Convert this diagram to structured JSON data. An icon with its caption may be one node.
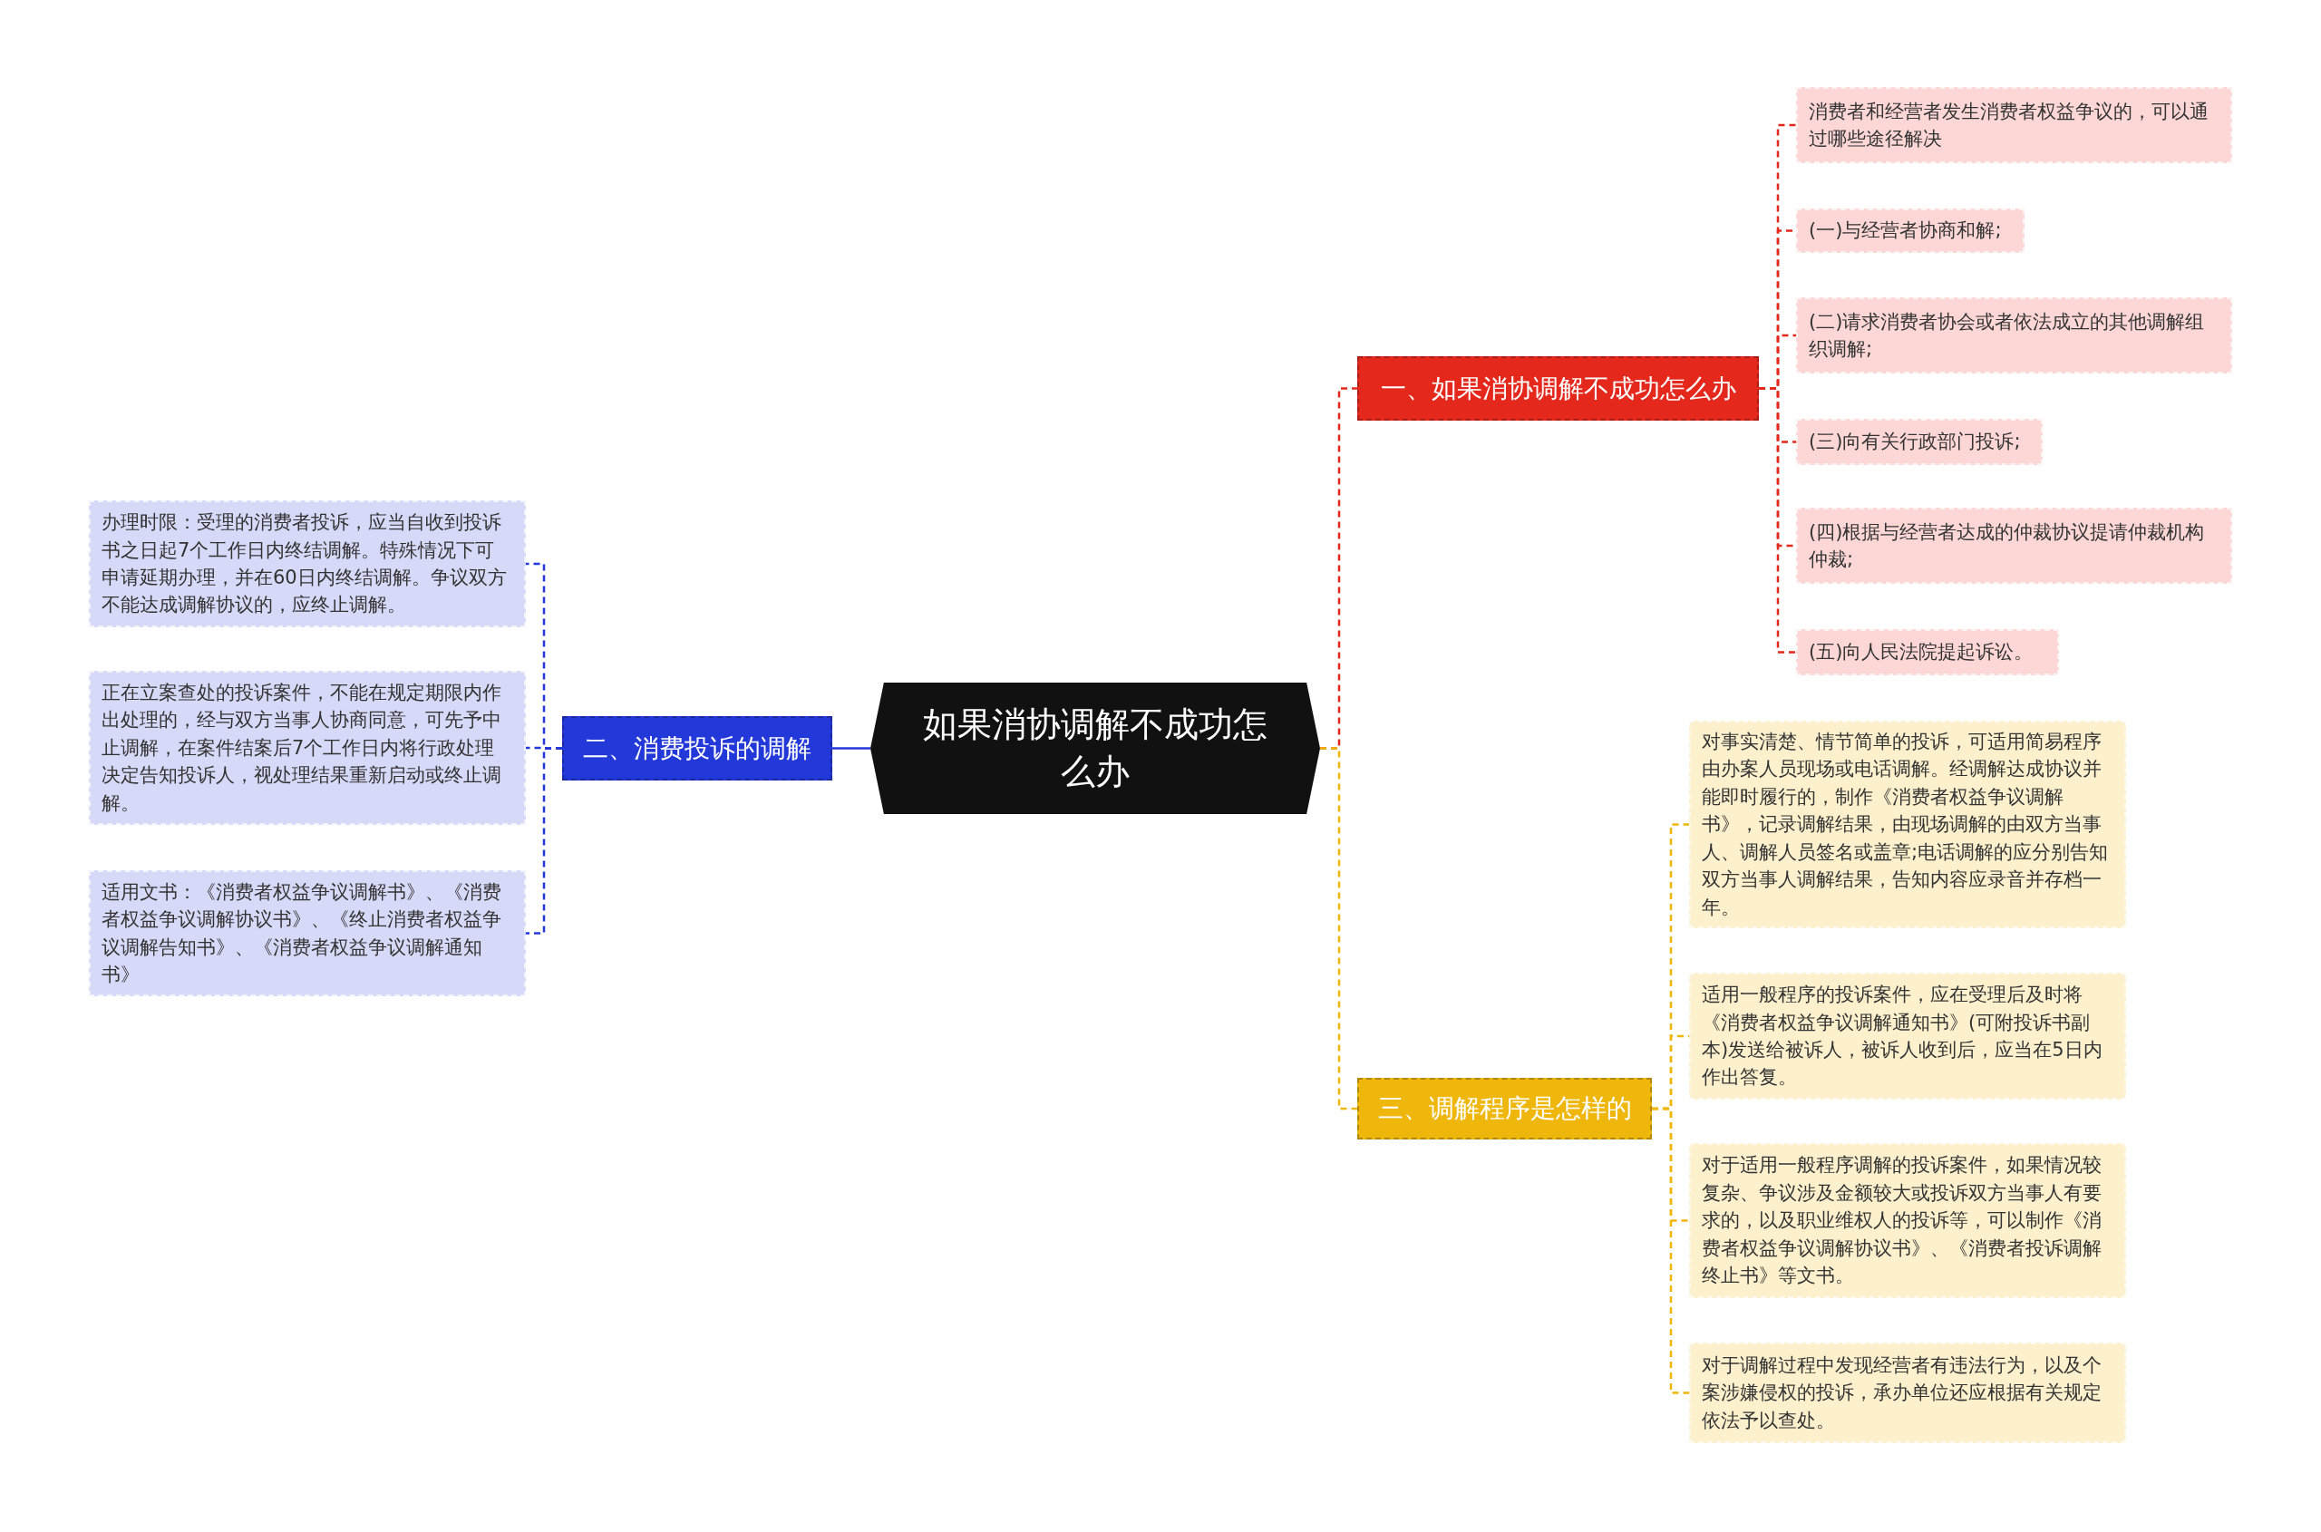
{
  "diagram": {
    "nodes": [
      {
        "text": [
          "如果消协调解不成功怎么办"
        ]
      },
      {
        "text": [
          "一、如果消协调解不成功怎么办"
        ]
      },
      {
        "text": [
          "消费者和经营者发生消费者权益争议的，可以通过哪些途径解决"
        ]
      },
      {
        "text": [
          "(一)与经营者协商和解;"
        ]
      },
      {
        "text": [
          "(二)请求消费者协会或者依法成立的其他调解组织调解;"
        ]
      },
      {
        "text": [
          "(三)向有关行政部门投诉;"
        ]
      },
      {
        "text": [
          "(四)根据与经营者达成的仲裁协议提请仲裁机构仲裁;"
        ]
      },
      {
        "text": [
          "(五)向人民法院提起诉讼。"
        ]
      },
      {
        "text": [
          "二、消费投诉的调解"
        ]
      },
      {
        "text": [
          "办理时限：受理的消费者投诉，应当自收到投诉书之日起7个工作日内终结调解。特殊情况下可申请延期办理，并在60日内终结调解。争议双方不能达成调解协议的，应终止调解。"
        ]
      },
      {
        "text": [
          "正在立案查处的投诉案件，不能在规定期限内作出处理的，经与双方当事人协商同意，可先予中止调解，在案件结案后7个工作日内将行政处理决定告知投诉人，视处理结果重新启动或终止调解。"
        ]
      },
      {
        "text": [
          "适用文书：《消费者权益争议调解书》、《消费者权益争议调解协议书》、《终止消费者权益争议调解告知书》、《消费者权益争议调解通知书》"
        ]
      },
      {
        "text": [
          "三、调解程序是怎样的"
        ]
      },
      {
        "text": [
          "对事实清楚、情节简单的投诉，可适用简易程序由办案人员现场或电话调解。经调解达成协议并能即时履行的，制作《消费者权益争议调解书》，记录调解结果，由现场调解的由双方当事人、调解人员签名或盖章;电话调解的应分别告知双方当事人调解结果，告知内容应录音并存档一年。"
        ]
      },
      {
        "text": [
          "适用一般程序的投诉案件，应在受理后及时将《消费者权益争议调解通知书》(可附投诉书副本)发送给被诉人，被诉人收到后，应当在5日内作出答复。"
        ]
      },
      {
        "text": [
          "对于适用一般程序调解的投诉案件，如果情况较复杂、争议涉及金额较大或投诉双方当事人有要求的，以及职业维权人的投诉等，可以制作《消费者权益争议调解协议书》、《消费者投诉调解终止书》等文书。"
        ]
      },
      {
        "text": [
          "对于调解过程中发现经营者有违法行为，以及个案涉嫌侵权的投诉，承办单位还应根据有关规定依法予以查处。"
        ]
      }
    ],
    "edges": [
      {
        "from": 0,
        "to": 1,
        "arrow": "none",
        "style": "dashed",
        "color": "#e5281c"
      },
      {
        "from": 1,
        "to": 2,
        "arrow": "none",
        "style": "dashed",
        "color": "#e5281c"
      },
      {
        "from": 1,
        "to": 3,
        "arrow": "none",
        "style": "dashed",
        "color": "#e5281c"
      },
      {
        "from": 1,
        "to": 4,
        "arrow": "none",
        "style": "dashed",
        "color": "#e5281c"
      },
      {
        "from": 1,
        "to": 5,
        "arrow": "none",
        "style": "dashed",
        "color": "#e5281c"
      },
      {
        "from": 1,
        "to": 6,
        "arrow": "none",
        "style": "dashed",
        "color": "#e5281c"
      },
      {
        "from": 1,
        "to": 7,
        "arrow": "none",
        "style": "dashed",
        "color": "#e5281c"
      },
      {
        "from": 0,
        "to": 8,
        "arrow": "none",
        "color": "#2338d8"
      },
      {
        "from": 8,
        "to": 9,
        "arrow": "none",
        "style": "dashed",
        "color": "#2338d8"
      },
      {
        "from": 8,
        "to": 10,
        "arrow": "none",
        "style": "dashed",
        "color": "#2338d8"
      },
      {
        "from": 8,
        "to": 11,
        "arrow": "none",
        "style": "dashed",
        "color": "#2338d8"
      },
      {
        "from": 0,
        "to": 12,
        "arrow": "none",
        "style": "dashed",
        "color": "#efb60c"
      },
      {
        "from": 12,
        "to": 13,
        "arrow": "none",
        "style": "dashed",
        "color": "#efb60c"
      },
      {
        "from": 12,
        "to": 14,
        "arrow": "none",
        "style": "dashed",
        "color": "#efb60c"
      },
      {
        "from": 12,
        "to": 15,
        "arrow": "none",
        "style": "dashed",
        "color": "#efb60c"
      },
      {
        "from": 12,
        "to": 16,
        "arrow": "none",
        "style": "dashed",
        "color": "#efb60c"
      }
    ]
  }
}
